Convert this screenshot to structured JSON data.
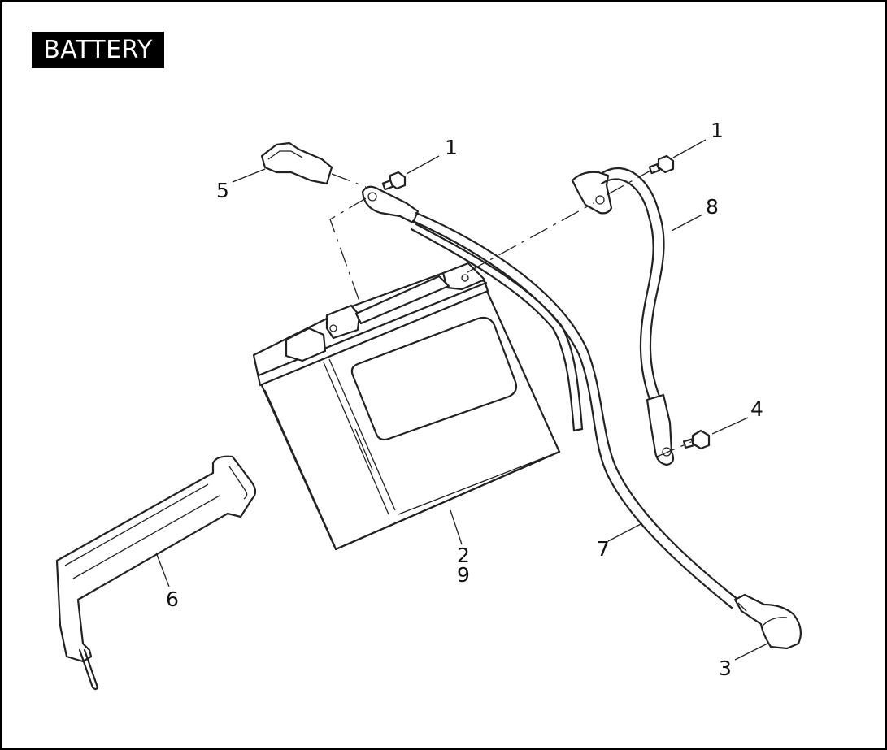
{
  "title": "BATTERY",
  "callouts": {
    "bolt_pos": "1",
    "bolt_neg": "1",
    "battery": "2",
    "battery_alt": "9",
    "cable_end": "3",
    "bolt_ground": "4",
    "terminal_cover": "5",
    "strap": "6",
    "positive_cable": "7",
    "ground_cable": "8"
  }
}
